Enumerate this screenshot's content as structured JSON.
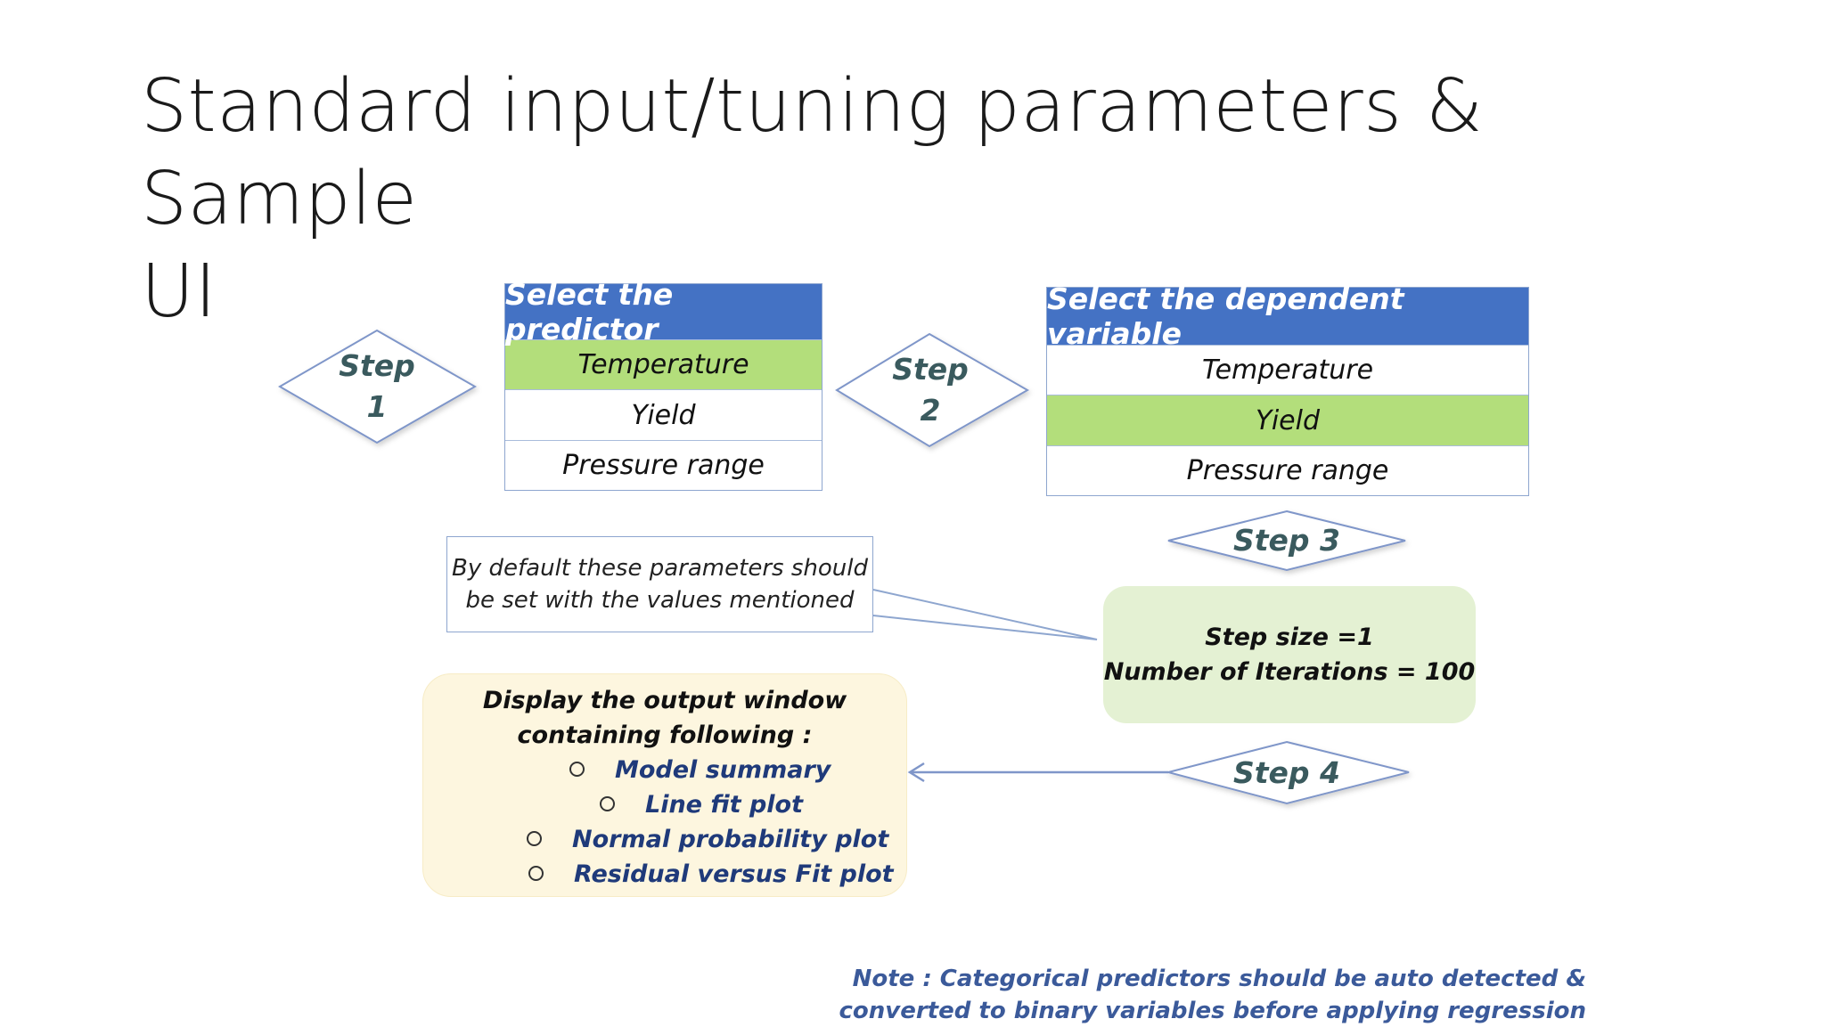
{
  "slide": {
    "title_line1": "Standard input/tuning parameters & Sample",
    "title_line2": "UI"
  },
  "step1": {
    "line1": "Step",
    "line2": "1"
  },
  "step2": {
    "line1": "Step",
    "line2": "2"
  },
  "step3": {
    "label": "Step 3"
  },
  "step4": {
    "label": "Step 4"
  },
  "predictor_table": {
    "header": "Select the predictor",
    "rows": [
      {
        "label": "Temperature",
        "selected": true
      },
      {
        "label": "Yield",
        "selected": false
      },
      {
        "label": "Pressure range",
        "selected": false
      }
    ]
  },
  "dependent_table": {
    "header": "Select the dependent variable",
    "rows": [
      {
        "label": "Temperature",
        "selected": false
      },
      {
        "label": "Yield",
        "selected": true
      },
      {
        "label": "Pressure range",
        "selected": false
      }
    ]
  },
  "callout": {
    "line1": "By default these parameters should",
    "line2": "be set with the values mentioned"
  },
  "parameters": {
    "step_size": "Step size =1",
    "iterations": "Number of Iterations = 100"
  },
  "output_window": {
    "heading_line1": "Display the output window",
    "heading_line2": "containing following :",
    "items": [
      "Model summary",
      "Line fit plot",
      "Normal probability plot",
      "Residual versus Fit plot"
    ]
  },
  "note": {
    "line1": "Note : Categorical predictors should be auto detected &",
    "line2": "converted to binary variables before applying regression"
  },
  "colors": {
    "header_blue": "#4472c4",
    "selected_green": "#b3de7b",
    "step_text": "#3a5a5e",
    "connector": "#7f96c9"
  }
}
